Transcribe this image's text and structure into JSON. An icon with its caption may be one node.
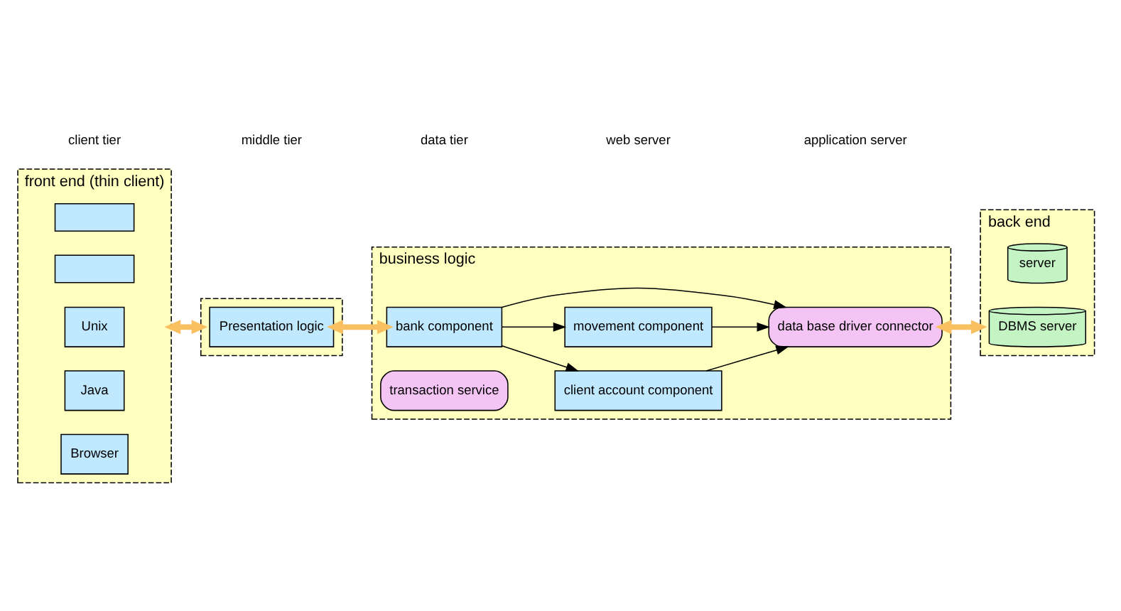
{
  "diagram": {
    "nodes": [
      {
        "text": [
          "front end (thin client)"
        ]
      },
      {
        "text": [],
        "shape": "box",
        "in": 0
      },
      {
        "text": [],
        "shape": "box",
        "in": 0
      },
      {
        "text": [
          "Unix"
        ],
        "in": 0
      },
      {
        "text": [
          "Java"
        ],
        "in": 0
      },
      {
        "text": [
          "Browser"
        ],
        "in": 0
      },
      {
        "text": [],
        "shape": "box"
      },
      {
        "text": [
          "Presentation logic"
        ],
        "in": 6
      },
      {
        "text": [
          "business logic"
        ]
      },
      {
        "text": [
          "client account component"
        ],
        "in": 8
      },
      {
        "text": [
          "bank component"
        ],
        "in": 8
      },
      {
        "text": [
          "movement component"
        ],
        "in": 8
      },
      {
        "text": [
          "data base driver connector"
        ],
        "in": 8
      },
      {
        "text": [
          "transaction service"
        ],
        "in": 8
      },
      {
        "text": [
          "back end"
        ]
      },
      {
        "text": [
          "server"
        ],
        "in": 14
      },
      {
        "text": [
          "DBMS server"
        ],
        "in": 14
      }
    ],
    "edges": [
      {
        "from": 0,
        "to": 6,
        "arrow": "both",
        "style": "thick",
        "color": "#f8c060"
      },
      {
        "from": 7,
        "to": 10,
        "arrow": "both",
        "style": "thick",
        "color": "#f8c060"
      },
      {
        "from": 10,
        "to": 9,
        "arrow": "to"
      },
      {
        "from": 10,
        "to": 11,
        "arrow": "to"
      },
      {
        "from": 10,
        "to": 12,
        "arrow": "to"
      },
      {
        "from": 9,
        "to": 12,
        "arrow": "to"
      },
      {
        "from": 11,
        "to": 12,
        "arrow": "to"
      },
      {
        "from": 12,
        "to": 14,
        "arrow": "both",
        "style": "thick",
        "color": "#f8c060"
      }
    ],
    "labels": [
      "client tier",
      "middle tier",
      "data tier",
      "web server",
      "application server"
    ]
  }
}
